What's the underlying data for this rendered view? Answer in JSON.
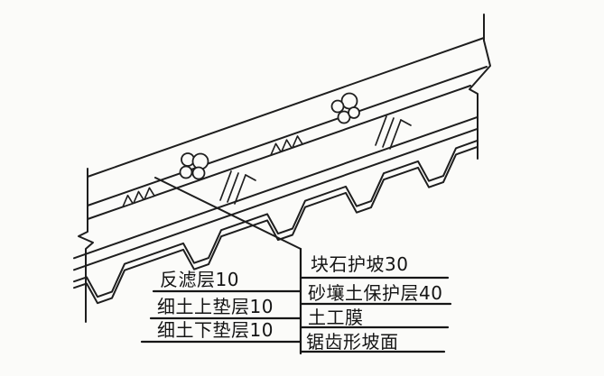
{
  "figure": {
    "type": "engineering-cross-section",
    "colors": {
      "line": "#1e1e1e",
      "background": "#fbfbf9"
    },
    "left_callouts": [
      {
        "label": "反滤层10"
      },
      {
        "label": "细土上垫层10"
      },
      {
        "label": "细土下垫层10"
      }
    ],
    "right_callouts": [
      {
        "label": "块石护坡30"
      },
      {
        "label": "砂壤土保护层40"
      },
      {
        "label": "土工膜"
      },
      {
        "label": "锯齿形坡面"
      }
    ]
  }
}
